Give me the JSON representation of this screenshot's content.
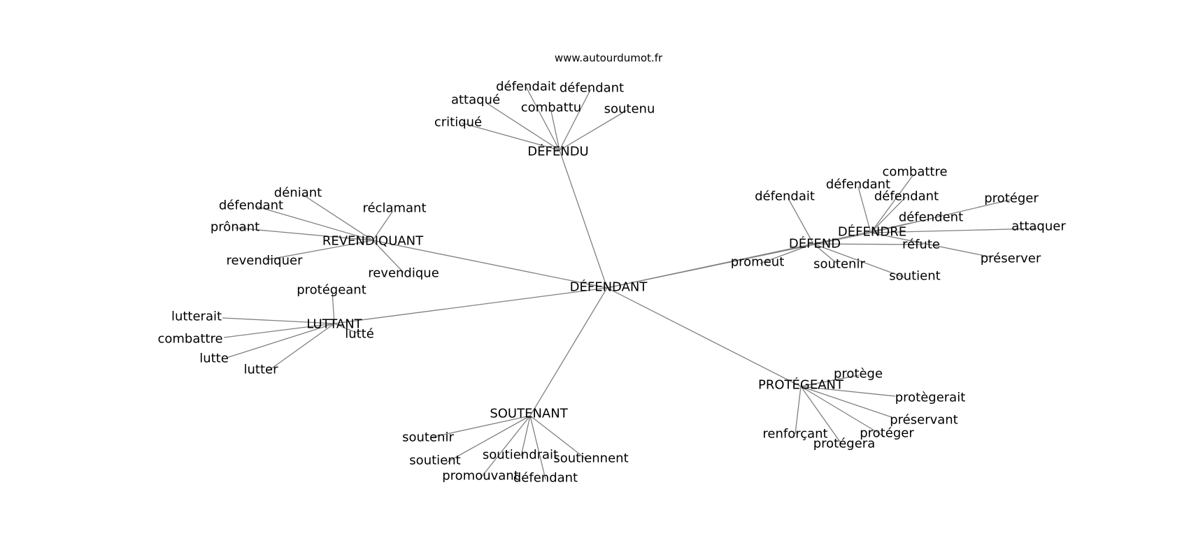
{
  "site": "www.autourdumot.fr",
  "colors": {
    "edge": "#808080",
    "text": "#000000",
    "background": "#ffffff"
  },
  "center": "DÉFENDANT",
  "clusters": [
    {
      "hub": "DÉFENDU",
      "leaves": [
        "critiqué",
        "attaqué",
        "défendait",
        "combattu",
        "défendant",
        "soutenu"
      ]
    },
    {
      "hub": "REVENDIQUANT",
      "leaves": [
        "déniant",
        "défendant",
        "prônant",
        "revendiquer",
        "réclamant",
        "revendique"
      ]
    },
    {
      "hub": "LUTTANT",
      "leaves": [
        "protégeant",
        "lutterait",
        "combattre",
        "lutte",
        "lutter",
        "lutté"
      ]
    },
    {
      "hub": "SOUTENANT",
      "leaves": [
        "soutenir",
        "soutient",
        "promouvant",
        "soutiendrait",
        "défendant",
        "soutiennent"
      ]
    },
    {
      "hub": "PROTÉGEANT",
      "leaves": [
        "protège",
        "protègerait",
        "préservant",
        "protéger",
        "protégera",
        "renforçant"
      ]
    },
    {
      "hub": "DÉFEND",
      "leaves": [
        "défendait",
        "promeut",
        "soutenir",
        "soutient",
        "réfute",
        "défendent"
      ]
    },
    {
      "hub": "DÉFENDRE",
      "leaves": [
        "défendant",
        "combattre",
        "défendant",
        "protéger",
        "attaquer",
        "préserver"
      ]
    }
  ]
}
